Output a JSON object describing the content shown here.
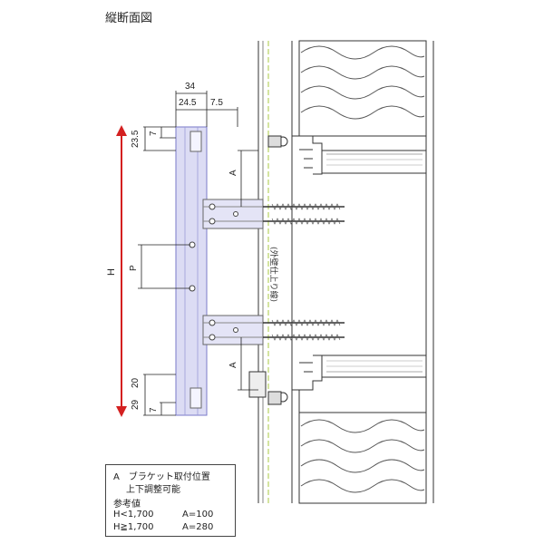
{
  "title": "縦断面図",
  "dimensions": {
    "top_width": "34",
    "left_part": "24.5",
    "right_part": "7.5",
    "top_offset": "23.5",
    "top_small": "7",
    "overall_height": "H",
    "pitch": "P",
    "bottom_offset_upper": "20",
    "bottom_offset_lower": "29",
    "bottom_small": "7",
    "adjust_top": "A",
    "adjust_bottom": "A"
  },
  "finish_line_label": "(外壁仕上り線)",
  "legend": {
    "line1": "A　ブラケット取付位置",
    "line2": "上下調整可能",
    "line3": "参考値",
    "line4_h": "H<1,700",
    "line4_a": "A=100",
    "line5_h": "H≧1,700",
    "line5_a": "A=280"
  },
  "colors": {
    "rail_fill": "#dcdcf4",
    "rail_stroke": "#7a7ac8",
    "dimension_arrow": "#d42020",
    "finish_line": "#a8c840"
  }
}
